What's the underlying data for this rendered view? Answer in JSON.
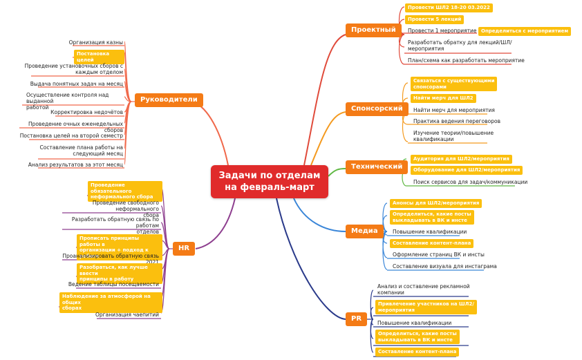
{
  "title": "Задачи по отделам\nна февраль-март",
  "colors": {
    "center": "#e02b2b",
    "branch": "#f47b16",
    "highlight": "#fbbf0e",
    "line_proektny": "#e04a3a",
    "line_sponsor": "#f49a1f",
    "line_tech": "#5fb843",
    "line_media": "#3a86d8",
    "line_pr": "#2a3a8a",
    "line_hr": "#8e3f8f",
    "line_ruk": "#f0684a"
  },
  "branches": {
    "proektny": {
      "label": "Проектный",
      "items": [
        "Провести ШЛ2 18-20 03.2022",
        "Провести 5 лекций",
        "Провести 1 мероприятие",
        "Определиться с мероприятием",
        "Разработать обратку для лекций/ШЛ/\nмероприятия",
        "План/схема как разработать мероприятие"
      ]
    },
    "sponsor": {
      "label": "Спонсорский",
      "items": [
        "Связаться с существующими\nспонсорами",
        "Найти мерч для ШЛ2",
        "Найти мерч для мероприятия",
        "Практика ведения переговоров",
        "Изучение теории/повышение\nквалификации"
      ]
    },
    "tech": {
      "label": "Технический",
      "items": [
        "Аудитория для ШЛ2/мероприятия",
        "Оборудование для ШЛ2/мероприятия",
        "Поиск сервисов для задач/коммуникации"
      ]
    },
    "media": {
      "label": "Медиа",
      "items": [
        "Анонсы для ШЛ2/мероприятия",
        "Определиться, какие посты\nвыкладывать в ВК и инсте",
        "Повышение квалификации",
        "Составление контент-плана",
        "Оформление страниц ВК и инсты",
        "Составление визуала для инстаграма"
      ]
    },
    "pr": {
      "label": "PR",
      "items": [
        "Анализ и составление рекламной\nкомпании",
        "Привлечение участников на ШЛ2/\nмероприятия",
        "Повышение квалификации",
        "Определиться, какие посты\nвыкладывать в ВК и инсте",
        "Составление контент-плана"
      ]
    },
    "hr": {
      "label": "HR",
      "items": [
        "Проведение обязательного\nнеформального сбора",
        "Проведение свободного неформального\nсбора",
        "Разработать обратную связь по работам\nотделов",
        "Прописать принципы работы в\nорганизации + подход к работе",
        "Проанализировать обратную связь 2021",
        "Разобраться, как лучше ввести\nпринципы в работу",
        "Ведение таблицы посещаемости",
        "Наблюдение за атмосферой на общих\nсборах",
        "Организация чаепитий"
      ]
    },
    "ruk": {
      "label": "Руководители",
      "items": [
        "Организация казны",
        "Постановка целей",
        "Проведение установочных сборов с\nкаждым отделом",
        "Выдача понятных задач на месяц",
        "Осуществление контроля над выданной\nработой",
        "Корректировка недочётов",
        "Проведение очных еженедельных сборов",
        "Постановка целей на второй семестр",
        "Составление плана работы на\nследующий месяц",
        "Анализ результатов за этот месяц"
      ]
    }
  }
}
